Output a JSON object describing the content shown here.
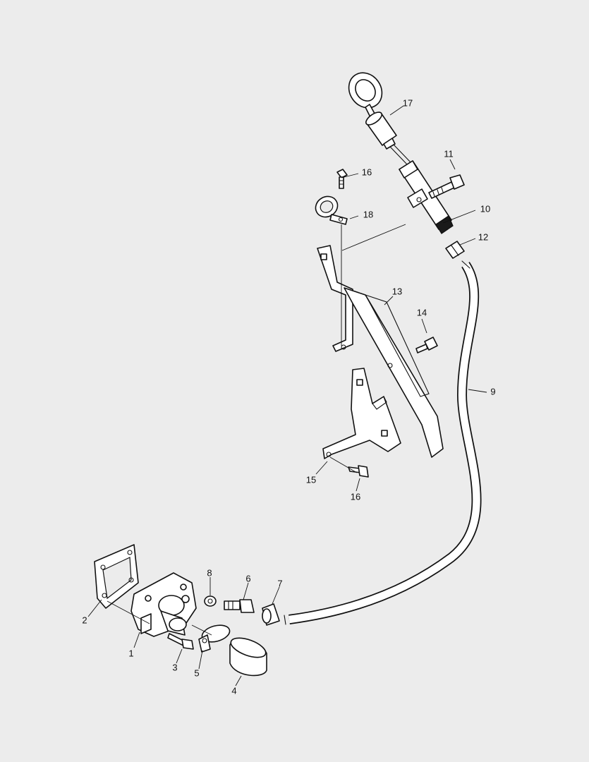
{
  "diagram": {
    "callouts": [
      {
        "id": "c1",
        "number": "1"
      },
      {
        "id": "c2",
        "number": "2"
      },
      {
        "id": "c3",
        "number": "3"
      },
      {
        "id": "c4",
        "number": "4"
      },
      {
        "id": "c5",
        "number": "5"
      },
      {
        "id": "c6",
        "number": "6"
      },
      {
        "id": "c7",
        "number": "7"
      },
      {
        "id": "c8",
        "number": "8"
      },
      {
        "id": "c9",
        "number": "9"
      },
      {
        "id": "c10",
        "number": "10"
      },
      {
        "id": "c11",
        "number": "11"
      },
      {
        "id": "c12",
        "number": "12"
      },
      {
        "id": "c13",
        "number": "13"
      },
      {
        "id": "c14",
        "number": "14"
      },
      {
        "id": "c15",
        "number": "15"
      },
      {
        "id": "c16a",
        "number": "16"
      },
      {
        "id": "c16b",
        "number": "16"
      },
      {
        "id": "c17",
        "number": "17"
      },
      {
        "id": "c18",
        "number": "18"
      }
    ]
  }
}
